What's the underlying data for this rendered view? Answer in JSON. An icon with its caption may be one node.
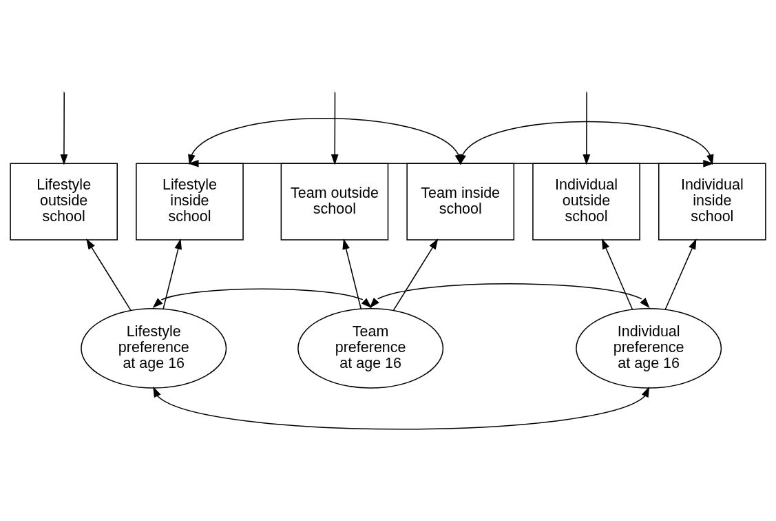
{
  "diagram": {
    "nodes": [
      {
        "text": [
          "Lifestyle outside school"
        ]
      },
      {
        "text": [
          "Lifestyle inside school"
        ]
      },
      {
        "text": [
          "Team outside school"
        ]
      },
      {
        "text": [
          "Team inside school"
        ]
      },
      {
        "text": [
          "Individual outside school"
        ]
      },
      {
        "text": [
          "Individual inside school"
        ]
      },
      {
        "text": [
          "Lifestyle preference at age 16"
        ]
      },
      {
        "text": [
          "Team preference at age 16"
        ]
      },
      {
        "text": [
          "Individual preference at age 16"
        ]
      }
    ],
    "edges": [
      {
        "from": null,
        "to": 0,
        "arrow": "to"
      },
      {
        "from": null,
        "to": 2,
        "arrow": "to"
      },
      {
        "from": null,
        "to": 4,
        "arrow": "to"
      },
      {
        "from": 1,
        "to": 3,
        "arrow": "both"
      },
      {
        "from": 3,
        "to": 5,
        "arrow": "both"
      },
      {
        "from": 1,
        "to": 5,
        "arrow": "both"
      },
      {
        "from": 6,
        "to": 0,
        "arrow": "to"
      },
      {
        "from": 6,
        "to": 1,
        "arrow": "to"
      },
      {
        "from": 7,
        "to": 2,
        "arrow": "to"
      },
      {
        "from": 7,
        "to": 3,
        "arrow": "to"
      },
      {
        "from": 8,
        "to": 4,
        "arrow": "to"
      },
      {
        "from": 8,
        "to": 5,
        "arrow": "to"
      },
      {
        "from": 6,
        "to": 7,
        "arrow": "both"
      },
      {
        "from": 7,
        "to": 8,
        "arrow": "both"
      },
      {
        "from": 6,
        "to": 8,
        "arrow": "both"
      }
    ]
  }
}
